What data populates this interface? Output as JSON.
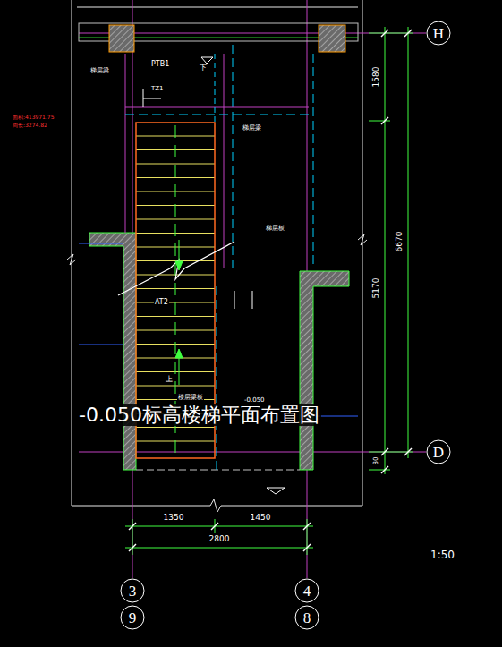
{
  "diagram": {
    "title": "-0.050标高楼梯平面布置图",
    "nodes": [
      {
        "text": [
          "H"
        ]
      },
      {
        "text": [
          "D"
        ]
      },
      {
        "text": [
          "3"
        ]
      },
      {
        "text": [
          "9"
        ]
      },
      {
        "text": [
          "4"
        ]
      },
      {
        "text": [
          "8"
        ]
      }
    ],
    "labels": [
      "面积:413971.75",
      "周长:3274.82",
      "梯层梁",
      "PTB1",
      "下",
      "TZ1",
      "梯层梁",
      "梯层板",
      "AT2",
      "上",
      "楼层梁板",
      "-0.050",
      "1580",
      "6670",
      "5170",
      "80",
      "1350",
      "1450",
      "2800",
      "1:50"
    ]
  }
}
